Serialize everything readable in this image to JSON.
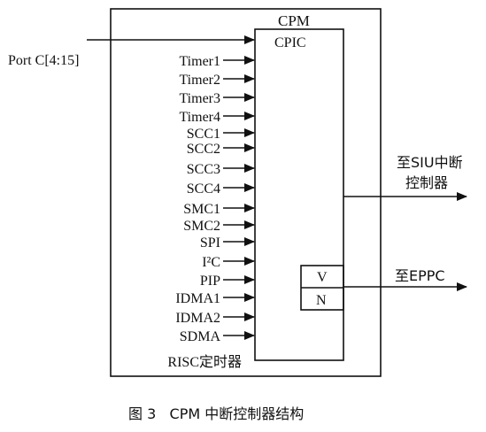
{
  "diagram": {
    "cpm_label": "CPM",
    "cpic_label": "CPIC",
    "port_input": "Port C[4:15]",
    "inputs": [
      "Timer1",
      "Timer2",
      "Timer3",
      "Timer4",
      "SCC1",
      "SCC2",
      "SCC3",
      "SCC4",
      "SMC1",
      "SMC2",
      "SPI",
      "I²C",
      "PIP",
      "IDMA1",
      "IDMA2",
      "SDMA",
      "RISC定时器"
    ],
    "vn_box": {
      "v": "V",
      "n": "N"
    },
    "outputs": {
      "siu_line1": "至SIU中断",
      "siu_line2": "控制器",
      "eppc": "至EPPC"
    },
    "caption": "图 3   CPM 中断控制器结构"
  }
}
